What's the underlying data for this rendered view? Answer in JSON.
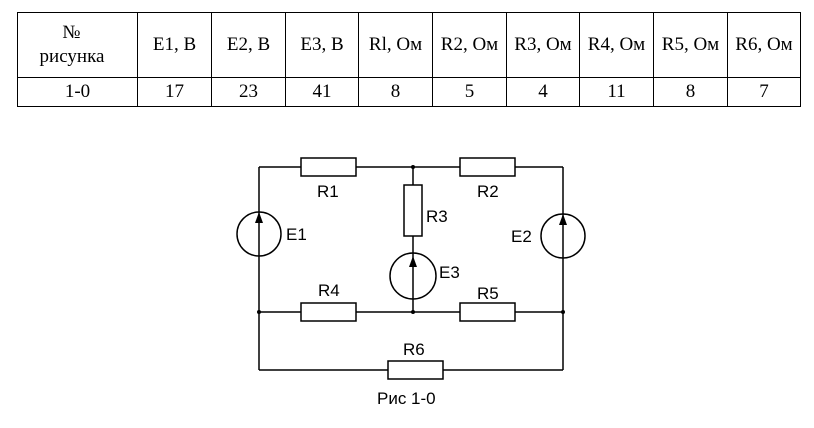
{
  "table": {
    "header": {
      "no_line1": "№",
      "no_line2": "рисунка",
      "columns": [
        "E1, В",
        "E2, В",
        "E3, В",
        "Rl, Ом",
        "R2, Ом",
        "R3, Ом",
        "R4, Ом",
        "R5, Ом",
        "R6, Ом"
      ]
    },
    "row": {
      "figure": "1-0",
      "values": [
        "17",
        "23",
        "41",
        "8",
        "5",
        "4",
        "11",
        "8",
        "7"
      ]
    }
  },
  "circuit": {
    "labels": {
      "r1": "R1",
      "r2": "R2",
      "r3": "R3",
      "r4": "R4",
      "r5": "R5",
      "r6": "R6",
      "e1": "E1",
      "e2": "E2",
      "e3": "E3"
    },
    "caption": "Рис 1-0"
  }
}
